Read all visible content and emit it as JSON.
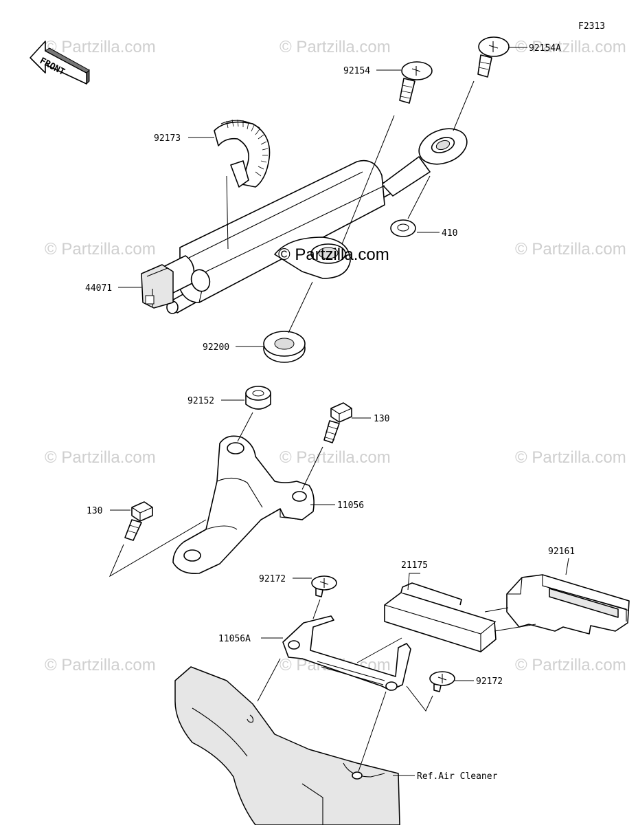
{
  "diagram": {
    "figure_code": "F2313",
    "front_label": "FRONT",
    "watermark": "© Partzilla.com",
    "center_watermark": "© Partzilla.com",
    "reference_label": "Ref.Air Cleaner",
    "parts": [
      {
        "id": "92154A"
      },
      {
        "id": "92154"
      },
      {
        "id": "92173"
      },
      {
        "id": "410"
      },
      {
        "id": "44071"
      },
      {
        "id": "92200"
      },
      {
        "id": "92152"
      },
      {
        "id": "130"
      },
      {
        "id": "11056"
      },
      {
        "id": "130"
      },
      {
        "id": "92161"
      },
      {
        "id": "21175"
      },
      {
        "id": "92172"
      },
      {
        "id": "11056A"
      },
      {
        "id": "92172"
      }
    ]
  }
}
